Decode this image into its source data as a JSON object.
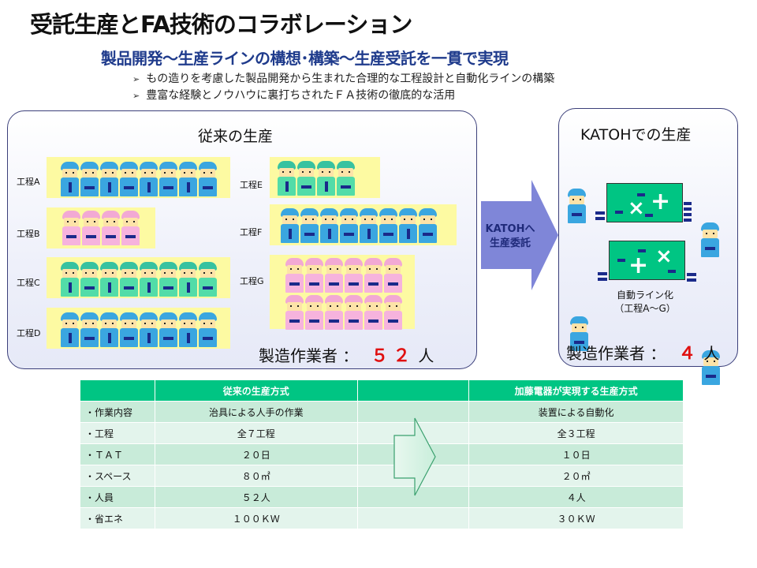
{
  "title": "受託生産とFA技術のコラボレーション",
  "subtitle": "製品開発～生産ラインの構想･構築～生産受託を一貫で実現",
  "bullets": [
    "もの造りを考慮した製品開発から生まれた合理的な工程設計と自動化ラインの構築",
    "豊富な経験とノウハウに裏打ちされたＦＡ技術の徹底的な活用"
  ],
  "left_panel": {
    "title": "従来の生産",
    "processes": [
      {
        "label": "工程A",
        "color": "blue",
        "workers": 8
      },
      {
        "label": "工程B",
        "color": "pink",
        "workers": 4
      },
      {
        "label": "工程C",
        "color": "green",
        "workers": 8
      },
      {
        "label": "工程D",
        "color": "blue",
        "workers": 8
      },
      {
        "label": "工程E",
        "color": "green",
        "workers": 4
      },
      {
        "label": "工程F",
        "color": "blue",
        "workers": 8
      },
      {
        "label": "工程G",
        "color": "pink",
        "workers": 12
      }
    ],
    "count_label": "製造作業者 ：",
    "count_value": "５２",
    "count_unit": "人"
  },
  "arrow": {
    "line1": "KATOHへ",
    "line2": "生産委託"
  },
  "right_panel": {
    "title": "KATOHでの生産",
    "auto_line1": "自動ライン化",
    "auto_line2": "（工程A～G）",
    "count_label": "製造作業者 ：",
    "count_value": "４",
    "count_unit": "人"
  },
  "table": {
    "headers": [
      "",
      "従来の生産方式",
      "",
      "加藤電器が実現する生産方式"
    ],
    "rows": [
      [
        "・作業内容",
        "治具による人手の作業",
        "装置による自動化"
      ],
      [
        "・工程",
        "全７工程",
        "全３工程"
      ],
      [
        "・ＴＡＴ",
        "２０日",
        "１０日"
      ],
      [
        "・スペース",
        "８０㎡",
        "２０㎡"
      ],
      [
        "・人員",
        "５２人",
        "４人"
      ],
      [
        "・省エネ",
        "１００ＫＷ",
        "３０ＫＷ"
      ]
    ]
  },
  "colors": {
    "title_blue": "#1f3b8c",
    "accent_green": "#00c583",
    "highlight_red": "#e01010",
    "strip_yellow": "#fdfaa2"
  }
}
